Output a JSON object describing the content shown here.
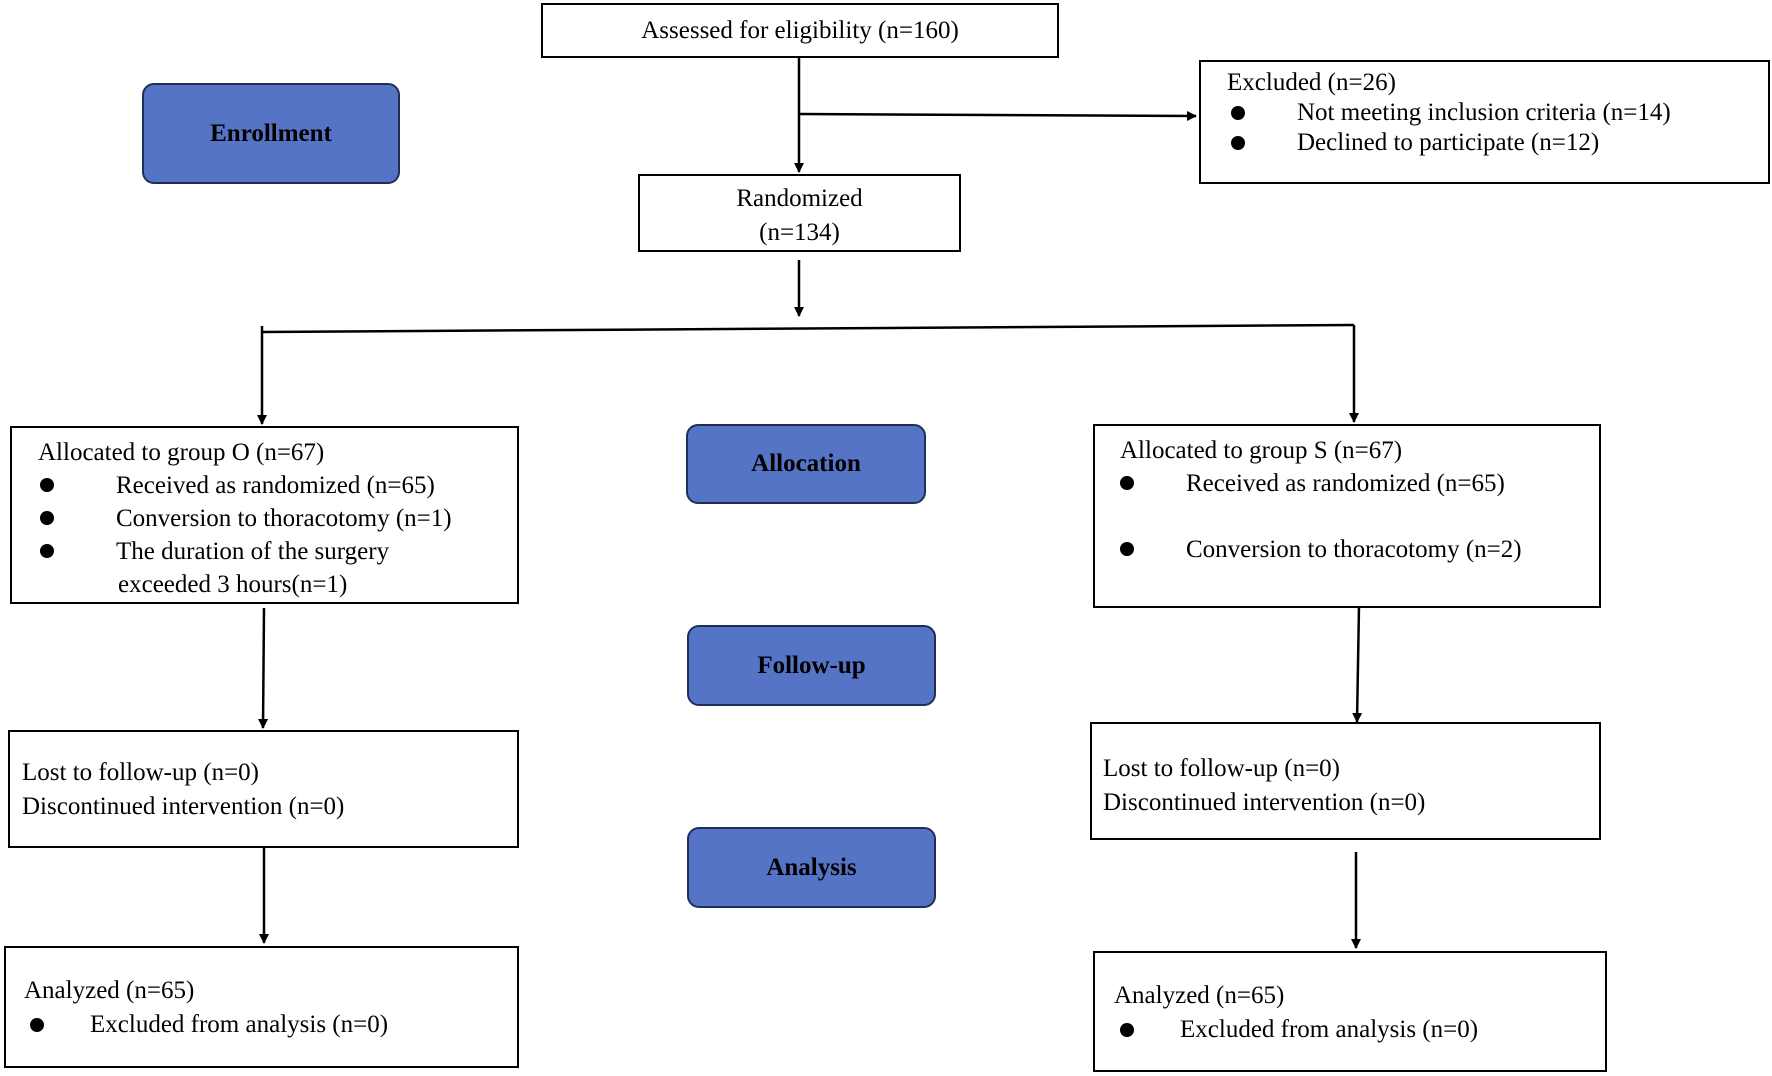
{
  "stages": {
    "enrollment": "Enrollment",
    "allocation": "Allocation",
    "follow_up": "Follow-up",
    "analysis": "Analysis"
  },
  "assessed": "Assessed for eligibility (n=160)",
  "excluded": {
    "title": "Excluded (n=26)",
    "items": [
      "Not meeting inclusion criteria (n=14)",
      "Declined to participate (n=12)"
    ]
  },
  "randomized": {
    "line1": "Randomized",
    "line2": "(n=134)"
  },
  "group_o": {
    "allocated": {
      "title": "Allocated to group O (n=67)",
      "items": [
        "Received as randomized (n=65)",
        "Conversion to thoracotomy (n=1)",
        "The duration of the surgery",
        "exceeded 3 hours(n=1)"
      ]
    },
    "follow_up": {
      "lost": "Lost to follow-up (n=0)",
      "discontinued": "Discontinued intervention (n=0)"
    },
    "analysis": {
      "analyzed": "Analyzed (n=65)",
      "excluded": "Excluded from analysis (n=0)"
    }
  },
  "group_s": {
    "allocated": {
      "title": "Allocated to group S (n=67)",
      "items": [
        "Received as randomized (n=65)",
        "Conversion to thoracotomy (n=2)"
      ]
    },
    "follow_up": {
      "lost": "Lost to follow-up (n=0)",
      "discontinued": "Discontinued intervention (n=0)"
    },
    "analysis": {
      "analyzed": "Analyzed (n=65)",
      "excluded": "Excluded from analysis (n=0)"
    }
  }
}
